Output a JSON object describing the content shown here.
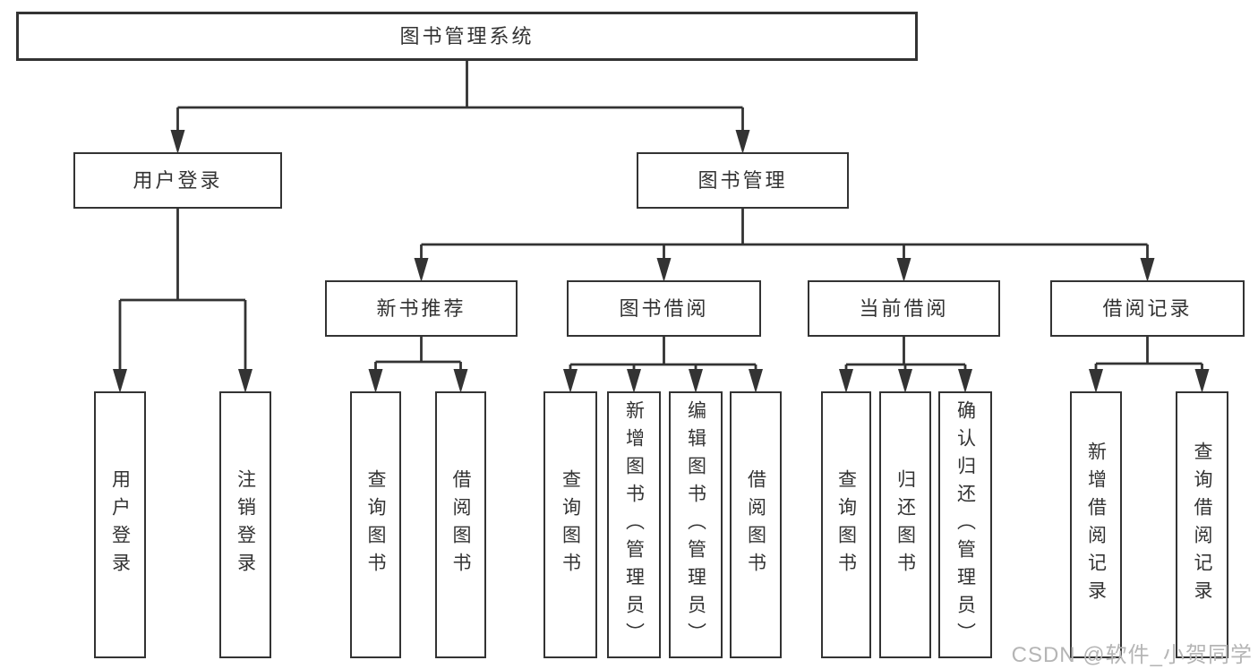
{
  "colors": {
    "line": "#333333",
    "box_fill": "#ffffff",
    "label": "#333333",
    "watermark": "#b5b5b5",
    "page_bg": "#ffffff"
  },
  "watermark": {
    "text": "CSDN @软件_小贺同学"
  },
  "diagram": {
    "root": {
      "id": "library-system",
      "label": "图书管理系统",
      "children": [
        {
          "id": "user-login",
          "label": "用户登录",
          "children": [
            {
              "id": "user-login-action",
              "label": "用户登录"
            },
            {
              "id": "logout-action",
              "label": "注销登录"
            }
          ]
        },
        {
          "id": "book-management",
          "label": "图书管理",
          "children": [
            {
              "id": "new-book-recommendation",
              "label": "新书推荐",
              "children": [
                {
                  "id": "nbr-query-book",
                  "label": "查询图书"
                },
                {
                  "id": "nbr-borrow-book",
                  "label": "借阅图书"
                }
              ]
            },
            {
              "id": "book-borrowing",
              "label": "图书借阅",
              "children": [
                {
                  "id": "bb-query-book",
                  "label": "查询图书"
                },
                {
                  "id": "bb-add-book",
                  "label": "新增图书（管理员）"
                },
                {
                  "id": "bb-edit-book",
                  "label": "编辑图书（管理员）"
                },
                {
                  "id": "bb-borrow-book",
                  "label": "借阅图书"
                }
              ]
            },
            {
              "id": "current-borrowing",
              "label": "当前借阅",
              "children": [
                {
                  "id": "cb-query-book",
                  "label": "查询图书"
                },
                {
                  "id": "cb-return-book",
                  "label": "归还图书"
                },
                {
                  "id": "cb-confirm-return",
                  "label": "确认归还（管理员）"
                }
              ]
            },
            {
              "id": "borrowing-records",
              "label": "借阅记录",
              "children": [
                {
                  "id": "br-add-record",
                  "label": "新增借阅记录"
                },
                {
                  "id": "br-query-record",
                  "label": "查询借阅记录"
                }
              ]
            }
          ]
        }
      ]
    }
  }
}
